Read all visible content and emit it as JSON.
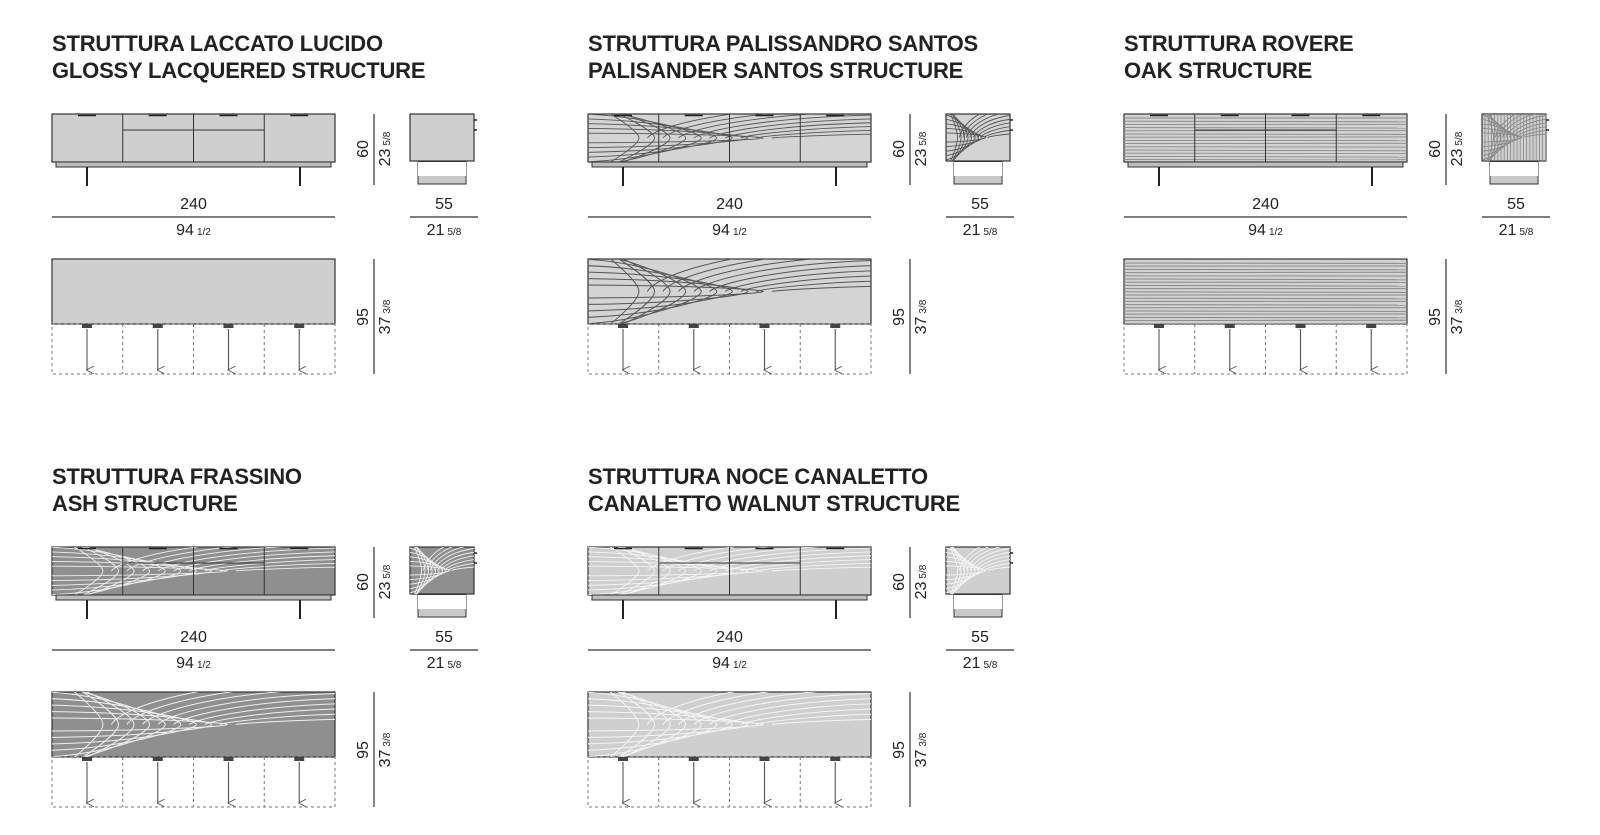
{
  "diagram": {
    "panels": [
      {
        "id": "lacquered",
        "finish": "plain",
        "title_it": "STRUTTURA LACCATO LUCIDO",
        "title_en": "GLOSSY LACQUERED STRUCTURE",
        "front_layout": "drawers",
        "fill": "#cfcfcf",
        "grain_color": "#888888"
      },
      {
        "id": "palisander",
        "finish": "flame",
        "title_it": "STRUTTURA PALISSANDRO SANTOS",
        "title_en": "PALISANDER SANTOS STRUCTURE",
        "front_layout": "doors",
        "fill": "#d4d4d4",
        "grain_color": "#555555"
      },
      {
        "id": "oak",
        "finish": "straight",
        "title_it": "STRUTTURA ROVERE",
        "title_en": "OAK STRUCTURE",
        "front_layout": "drawers",
        "fill": "#d2d2d2",
        "grain_color": "#8a8a8a"
      },
      {
        "id": "ash",
        "finish": "flame",
        "title_it": "STRUTTURA FRASSINO",
        "title_en": "ASH STRUCTURE",
        "front_layout": "drawers",
        "fill": "#8f8f8f",
        "grain_color": "#efefef"
      },
      {
        "id": "walnut",
        "finish": "flame",
        "title_it": "STRUTTURA NOCE CANALETTO",
        "title_en": "CANALETTO WALNUT STRUCTURE",
        "front_layout": "drawers",
        "fill": "#cfcfcf",
        "grain_color": "#f5f5f5"
      }
    ],
    "dimensions": {
      "width_cm": "240",
      "width_in_whole": "94",
      "width_in_frac": "1/2",
      "height_cm": "60",
      "height_in_whole": "23",
      "height_in_frac": "5/8",
      "depth_cm": "55",
      "depth_in_whole": "21",
      "depth_in_frac": "5/8",
      "top_depth_cm": "95",
      "top_depth_in_whole": "37",
      "top_depth_in_frac": "3/8"
    }
  }
}
